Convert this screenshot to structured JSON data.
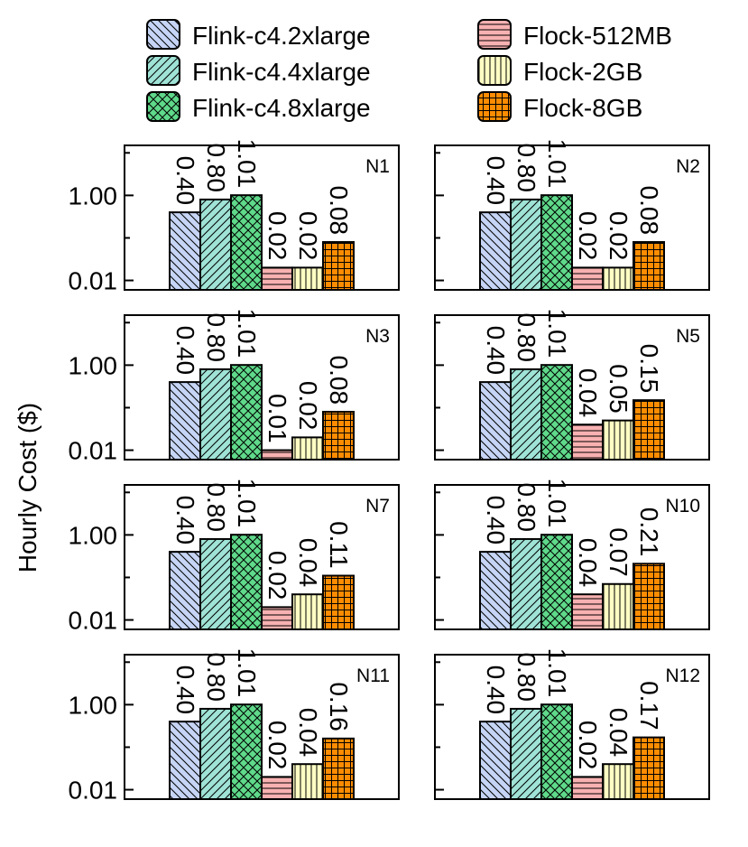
{
  "chart_data": {
    "type": "bar",
    "ylabel": "Hourly Cost ($)",
    "yscale": "log",
    "ylim": [
      0.006,
      15
    ],
    "yticks": [
      0.01,
      1.0
    ],
    "ytick_labels": [
      "0.01",
      "1.00"
    ],
    "grid": false,
    "legend_position": "top",
    "series": [
      {
        "name": "Flink-c4.2xlarge",
        "color": "#c6d5f5",
        "pattern": "backslash"
      },
      {
        "name": "Flink-c4.4xlarge",
        "color": "#9fe3d6",
        "pattern": "slash"
      },
      {
        "name": "Flink-c4.8xlarge",
        "color": "#5fd98a",
        "pattern": "cross"
      },
      {
        "name": "Flock-512MB",
        "color": "#f8b1b1",
        "pattern": "horizontal"
      },
      {
        "name": "Flock-2GB",
        "color": "#fdfdc4",
        "pattern": "vertical"
      },
      {
        "name": "Flock-8GB",
        "color": "#ff8c00",
        "pattern": "grid"
      }
    ],
    "panels": [
      {
        "title": "N1",
        "values": [
          0.4,
          0.8,
          1.01,
          0.02,
          0.02,
          0.08
        ],
        "labels": [
          "0.40",
          "0.80",
          "1.01",
          "0.02",
          "0.02",
          "0.08"
        ]
      },
      {
        "title": "N2",
        "values": [
          0.4,
          0.8,
          1.01,
          0.02,
          0.02,
          0.08
        ],
        "labels": [
          "0.40",
          "0.80",
          "1.01",
          "0.02",
          "0.02",
          "0.08"
        ]
      },
      {
        "title": "N3",
        "values": [
          0.4,
          0.8,
          1.01,
          0.01,
          0.02,
          0.08
        ],
        "labels": [
          "0.40",
          "0.80",
          "1.01",
          "0.01",
          "0.02",
          "0.08"
        ]
      },
      {
        "title": "N5",
        "values": [
          0.4,
          0.8,
          1.01,
          0.04,
          0.05,
          0.15
        ],
        "labels": [
          "0.40",
          "0.80",
          "1.01",
          "0.04",
          "0.05",
          "0.15"
        ]
      },
      {
        "title": "N7",
        "values": [
          0.4,
          0.8,
          1.01,
          0.02,
          0.04,
          0.11
        ],
        "labels": [
          "0.40",
          "0.80",
          "1.01",
          "0.02",
          "0.04",
          "0.11"
        ]
      },
      {
        "title": "N10",
        "values": [
          0.4,
          0.8,
          1.01,
          0.04,
          0.07,
          0.21
        ],
        "labels": [
          "0.40",
          "0.80",
          "1.01",
          "0.04",
          "0.07",
          "0.21"
        ]
      },
      {
        "title": "N11",
        "values": [
          0.4,
          0.8,
          1.01,
          0.02,
          0.04,
          0.16
        ],
        "labels": [
          "0.40",
          "0.80",
          "1.01",
          "0.02",
          "0.04",
          "0.16"
        ]
      },
      {
        "title": "N12",
        "values": [
          0.4,
          0.8,
          1.01,
          0.02,
          0.04,
          0.17
        ],
        "labels": [
          "0.40",
          "0.80",
          "1.01",
          "0.02",
          "0.04",
          "0.17"
        ]
      }
    ]
  }
}
